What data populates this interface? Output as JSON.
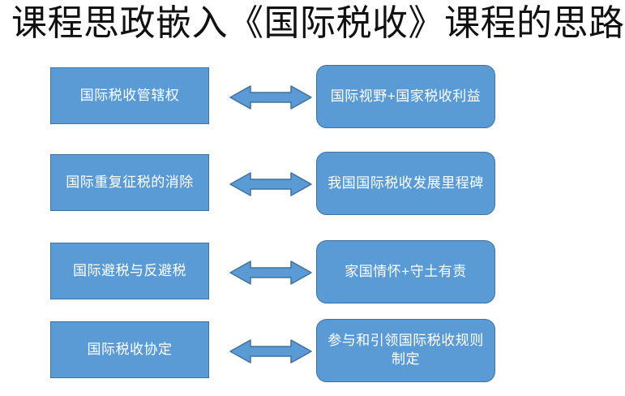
{
  "title": "课程思政嵌入《国际税收》课程的思路",
  "colors": {
    "node_fill": "#5b9bd5",
    "node_border": "#41719c",
    "node_text": "#ffffff",
    "title_text": "#111111",
    "background": "#ffffff"
  },
  "diagram": {
    "rows": [
      {
        "left": "国际税收管辖权",
        "right": "国际视野+国家税收利益"
      },
      {
        "left": "国际重复征税的消除",
        "right": "我国国际税收发展里程碑"
      },
      {
        "left": "国际避税与反避税",
        "right": "家国情怀+守土有责"
      },
      {
        "left": "国际税收协定",
        "right": "参与和引领国际税收规则制定"
      }
    ]
  }
}
